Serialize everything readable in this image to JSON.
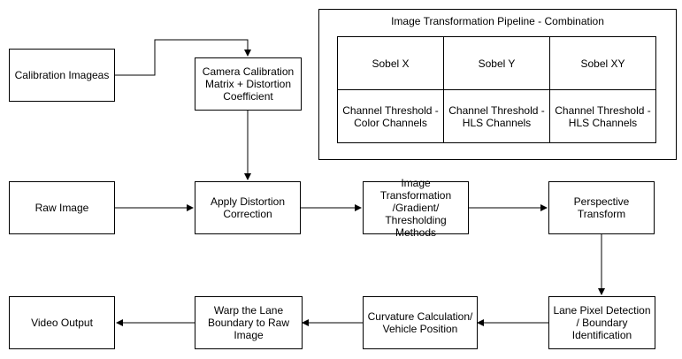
{
  "nodes": {
    "calibration_images": "Calibration Imageas",
    "camera_calibration": "Camera Calibration Matrix + Distortion Coefficient",
    "raw_image": "Raw Image",
    "apply_distortion": "Apply Distortion Correction",
    "image_transformation": "Image Transformation /Gradient/ Thresholding Methods",
    "perspective_transform": "Perspective Transform",
    "lane_pixel_detection": "Lane Pixel Detection / Boundary Identification",
    "curvature_calculation": "Curvature Calculation/ Vehicle Position",
    "warp_lane_boundary": "Warp the Lane Boundary to Raw Image",
    "video_output": "Video Output"
  },
  "pipeline": {
    "title": "Image Transformation Pipeline - Combination",
    "cells": [
      [
        "Sobel X",
        "Sobel Y",
        "Sobel XY"
      ],
      [
        "Channel Threshold - Color Channels",
        "Channel Threshold - HLS Channels",
        "Channel Threshold - HLS Channels"
      ]
    ]
  }
}
